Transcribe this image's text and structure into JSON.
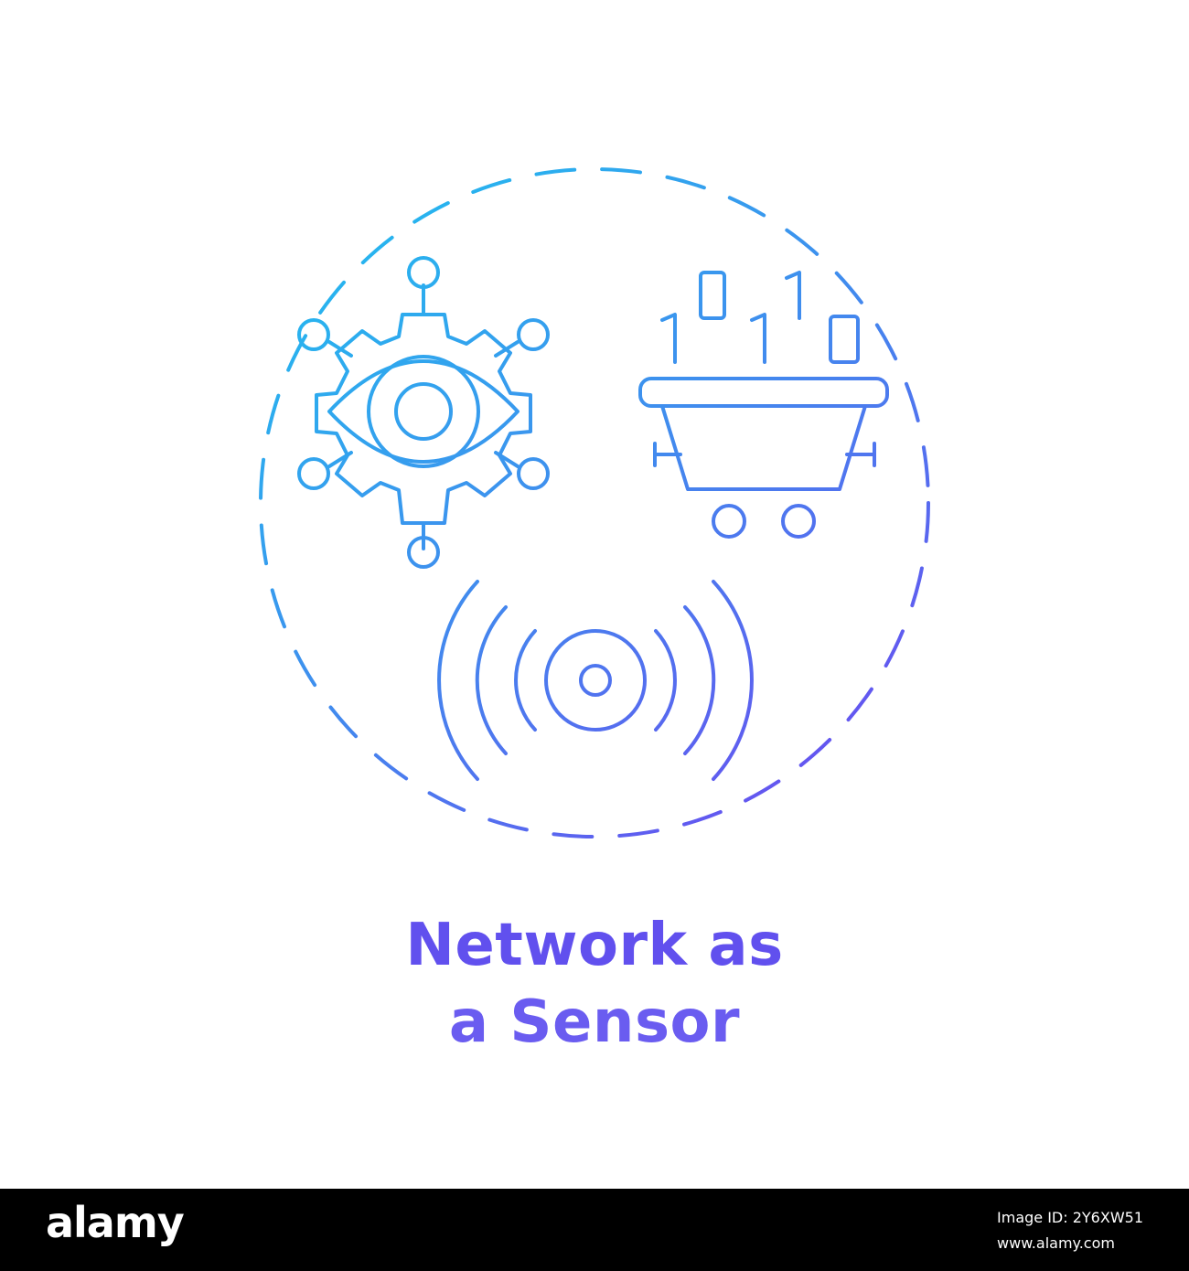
{
  "title": {
    "line1": "Network as",
    "line2": "a Sensor"
  },
  "icon_names": {
    "eye_gear": "eye-gear-network-icon",
    "data_cart": "data-mining-cart-icon",
    "signal": "signal-waves-icon"
  },
  "binary_digits": [
    "0",
    "1",
    "1",
    "1",
    "0"
  ],
  "colors": {
    "gradient_start": "#1ec3ef",
    "gradient_end": "#6a4cf0",
    "background": "#ffffff",
    "footer_background": "#000000",
    "footer_text": "#ffffff"
  },
  "watermark": {
    "brand": "alamy",
    "image_id": "Image ID: 2Y6XW51",
    "site": "www.alamy.com"
  }
}
